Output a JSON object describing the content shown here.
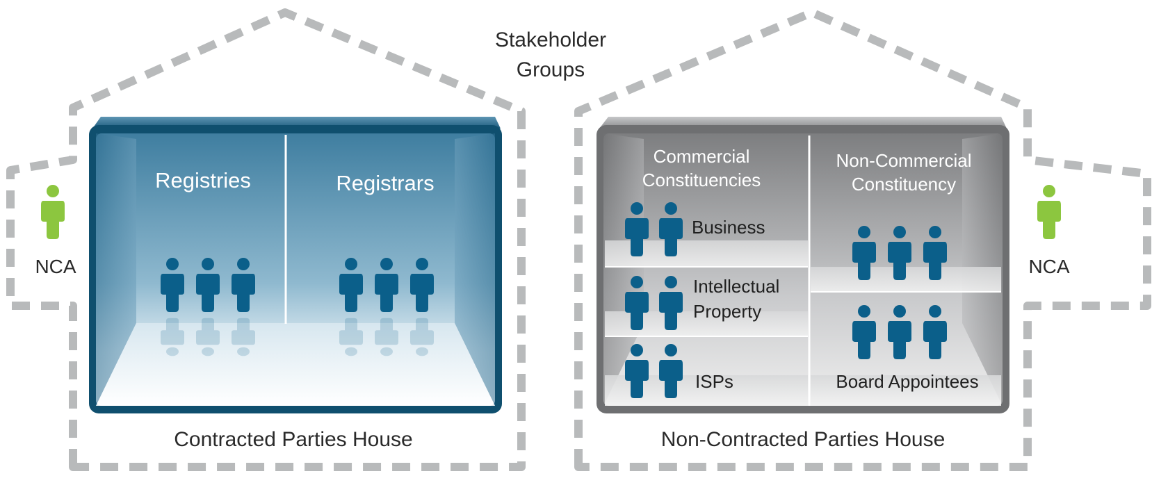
{
  "title_line1": "Stakeholder",
  "title_line2": "Groups",
  "left_house": {
    "label": "Contracted Parties House",
    "rooms": [
      "Registries",
      "Registrars"
    ]
  },
  "right_house": {
    "label": "Non-Contracted Parties House",
    "commercial_heading_line1": "Commercial",
    "commercial_heading_line2": "Constituencies",
    "noncommercial_heading_line1": "Non-Commercial",
    "noncommercial_heading_line2": "Constituency",
    "business": "Business",
    "ip_line1": "Intellectual",
    "ip_line2": "Property",
    "isps": "ISPs",
    "board": "Board Appointees"
  },
  "nca_left": "NCA",
  "nca_right": "NCA",
  "colors": {
    "dash": "#b8babb",
    "person_blue": "#0b5f8a",
    "person_green": "#8cc63f",
    "blue_frame": "#0f4f6e",
    "grey_frame": "#6e6f71"
  }
}
